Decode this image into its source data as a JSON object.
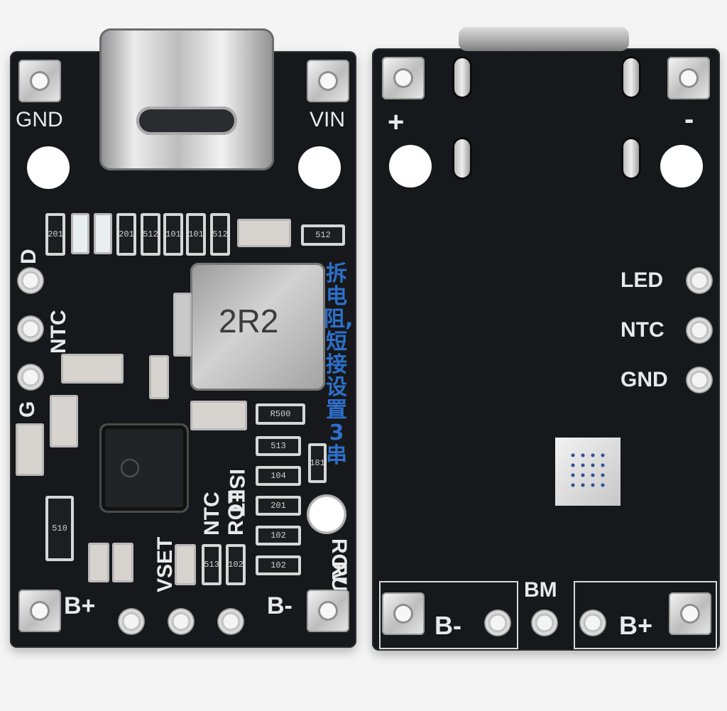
{
  "front": {
    "label_gnd": "GND",
    "label_vin": "VIN",
    "label_d": "D",
    "label_ntc_side": "NTC",
    "label_g": "G",
    "label_bplus": "B+",
    "label_bminus": "B-",
    "label_vset": "VSET",
    "label_ntc": "NTC",
    "label_rot": "ROT",
    "label_iset": "ISET",
    "label_rov": "ROV",
    "label_ruv": "RUV",
    "inductor_mark": "2R2",
    "chinese_note": "拆电阻,短接设置3串",
    "resistor_values": [
      "201",
      "201",
      "512",
      "101",
      "101",
      "512",
      "512",
      "R500",
      "513",
      "104",
      "201",
      "102",
      "102",
      "181",
      "513",
      "102",
      "510"
    ]
  },
  "back": {
    "label_plus": "+",
    "label_minus": "-",
    "label_led": "LED",
    "label_ntc": "NTC",
    "label_gnd": "GND",
    "label_bminus": "B-",
    "label_bm": "BM",
    "label_bplus": "B+"
  },
  "colors": {
    "pcb": "#17181b",
    "silkscreen": "#e9e9ec",
    "pad": "#c9c9c9",
    "blue_overlay": "#2d6fc9"
  }
}
